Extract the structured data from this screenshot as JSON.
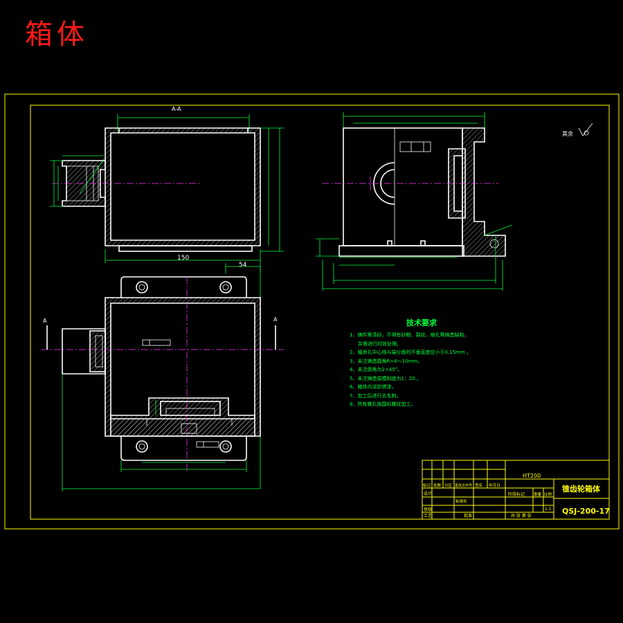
{
  "page_title": "箱体",
  "views": {
    "section_label": "A-A",
    "section_arrow_left": "A",
    "section_arrow_right": "A",
    "dim_width": "150",
    "dim_offset": "54"
  },
  "technical_requirements": {
    "heading": "技术要求",
    "items": [
      "1、铸件需清砂，不得有砂眼、裂纹、缩孔等铸造缺陷，",
      "并需进行时效处理。",
      "2、轴承孔中心线与端分面的不垂直度应小于0.15mm 。",
      "3、未注铸造圆角R=4～10mm。",
      "4、未注倒角为2×45°。",
      "5、未注铸造拔模斜度为1：20 。",
      "6、箱体内涂防锈漆。",
      "7、加工后进行去毛刺。",
      "8、所有螺孔按国标螺纹加工。"
    ]
  },
  "surface_note": "其余",
  "title_block": {
    "material": "HT200",
    "part_name": "锥齿轮箱体",
    "drawing_no": "QSJ-200-17",
    "scale": "1:1",
    "revision_headers": [
      "标记",
      "处数",
      "分区",
      "更改文件号",
      "签名",
      "年月日"
    ],
    "row_labels": [
      "设计",
      "审核",
      "工艺"
    ],
    "standardization": "标准化",
    "approve": "批准",
    "stage_label": "阶段标记",
    "weight_label": "重量",
    "scale_label": "比例",
    "sheets_label": "共 张 第 张"
  },
  "colors": {
    "background": "#000000",
    "geometry": "#ffffff",
    "dimensions": "#00ff3c",
    "frame": "#ffff00",
    "title_red": "#ff1a1a"
  }
}
